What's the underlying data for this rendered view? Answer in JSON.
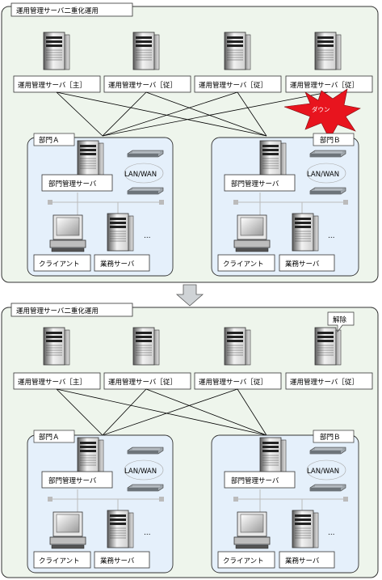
{
  "panels": [
    {
      "title": "運用管理サーバ二重化運用",
      "servers": [
        "運用管理サーバ［主］",
        "運用管理サーバ［従］",
        "運用管理サーバ［従］",
        "運用管理サーバ［従］"
      ],
      "callout": "ダウン",
      "departments": [
        {
          "label": "部門Ａ",
          "server": "部門管理サーバ",
          "network": "LAN/WAN",
          "client": "クライアント",
          "business": "業務サーバ",
          "more": "…"
        },
        {
          "label": "部門Ｂ",
          "server": "部門管理サーバ",
          "network": "LAN/WAN",
          "client": "クライアント",
          "business": "業務サーバ",
          "more": "…"
        }
      ]
    },
    {
      "title": "運用管理サーバ二重化運用",
      "servers": [
        "運用管理サーバ［主］",
        "運用管理サーバ［従］",
        "運用管理サーバ［従］",
        "運用管理サーバ［従］"
      ],
      "callout": "解除",
      "departments": [
        {
          "label": "部門Ａ",
          "server": "部門管理サーバ",
          "network": "LAN/WAN",
          "client": "クライアント",
          "business": "業務サーバ",
          "more": "…"
        },
        {
          "label": "部門Ｂ",
          "server": "部門管理サーバ",
          "network": "LAN/WAN",
          "client": "クライアント",
          "business": "業務サーバ",
          "more": "…"
        }
      ]
    }
  ],
  "colors": {
    "panel_bg": "#eef5ec",
    "dept_bg": "#e5f0fb",
    "burst": "#e8141e",
    "arrow": "#cfd3d6"
  }
}
